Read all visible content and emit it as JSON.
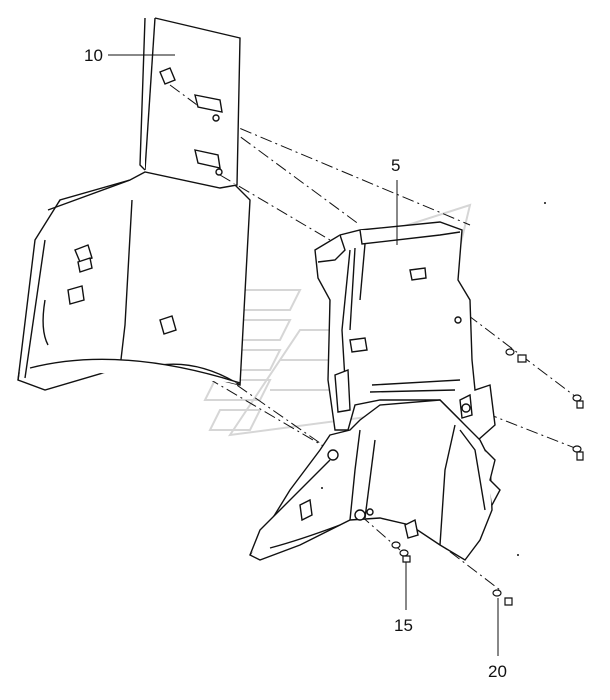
{
  "callouts": {
    "part_10": "10",
    "part_5": "5",
    "part_15": "15",
    "part_20": "20"
  },
  "colors": {
    "line": "#111111",
    "watermark": "#d9d9d9",
    "background": "#ffffff"
  }
}
